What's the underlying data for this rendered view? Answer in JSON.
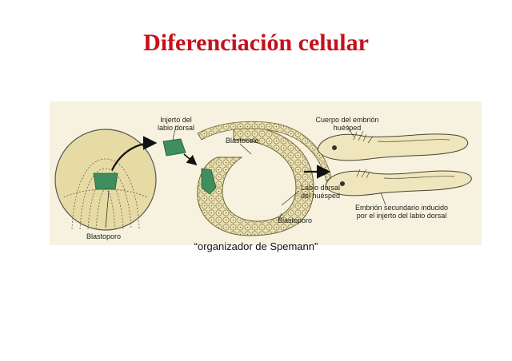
{
  "slide": {
    "title": "Diferenciación celular",
    "caption": "“organizador de Spemann”"
  },
  "figure": {
    "labels": {
      "graft": "Injerto del\nlabio dorsal",
      "blastocoel": "Blastocele",
      "host_body": "Cuerpo del embrión\nhuésped",
      "host_lip": "Labio dorsal\ndel huésped",
      "blastopore_center": "Blastoporo",
      "blastopore_left": "Blastoporo",
      "secondary_embryo": "Embrión secundario inducido\npor el injerto del labio dorsal"
    },
    "colors": {
      "yolk": "#e6dba4",
      "tissue_green": "#3e8e5e",
      "title_red": "#c8101a"
    }
  }
}
